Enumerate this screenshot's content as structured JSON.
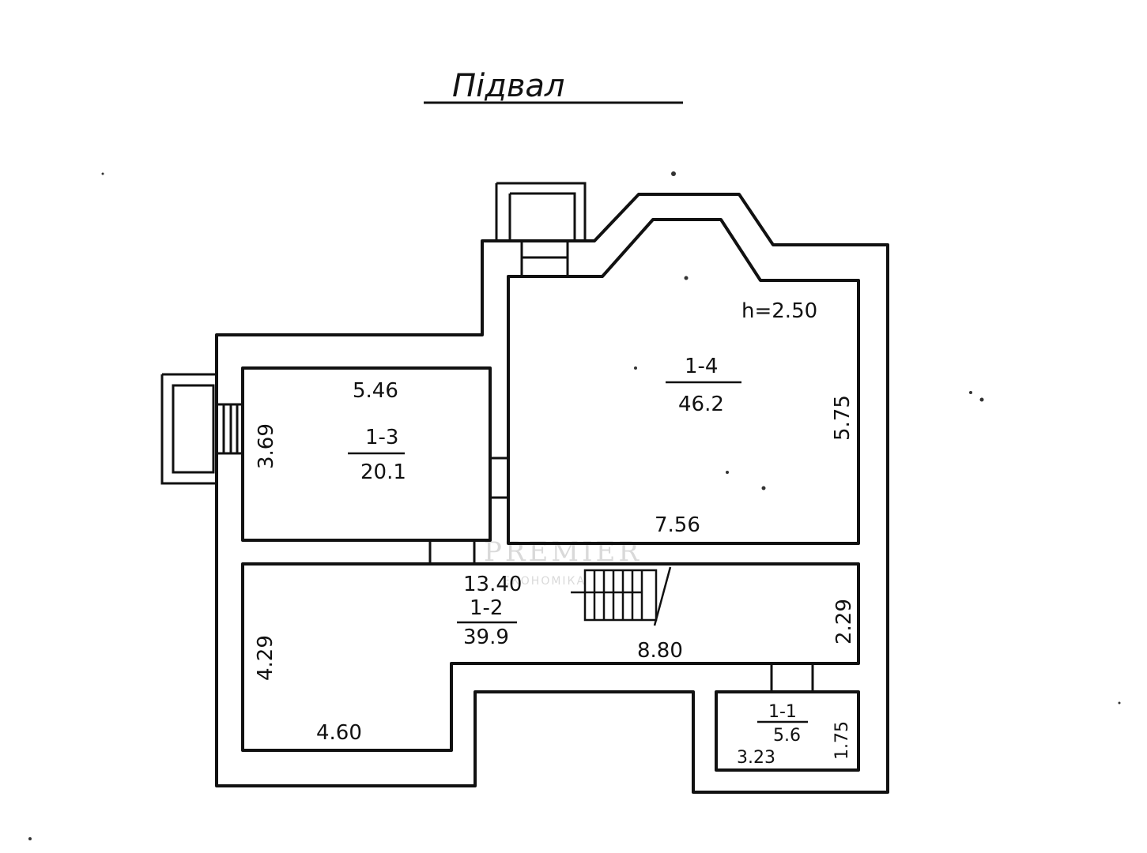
{
  "title": "Підвал",
  "ceiling_height": "h=2.50",
  "rooms": [
    {
      "id": "1-1",
      "area": "5.6"
    },
    {
      "id": "1-2",
      "area": "39.9"
    },
    {
      "id": "1-3",
      "area": "20.1"
    },
    {
      "id": "1-4",
      "area": "46.2"
    }
  ],
  "dimensions": {
    "room_1_3_width": "5.46",
    "room_1_3_height": "3.69",
    "room_1_4_width": "7.56",
    "room_1_4_height": "5.75",
    "room_1_2_length": "13.40",
    "room_1_2_width": "8.80",
    "room_1_2_left_height": "4.29",
    "room_1_2_bottom_width": "4.60",
    "room_1_2_right_height": "2.29",
    "room_1_1_width": "3.23",
    "room_1_1_height": "1.75"
  },
  "watermark": {
    "brand": "PREMIER",
    "tagline": "ЕКОНОМІКА"
  }
}
